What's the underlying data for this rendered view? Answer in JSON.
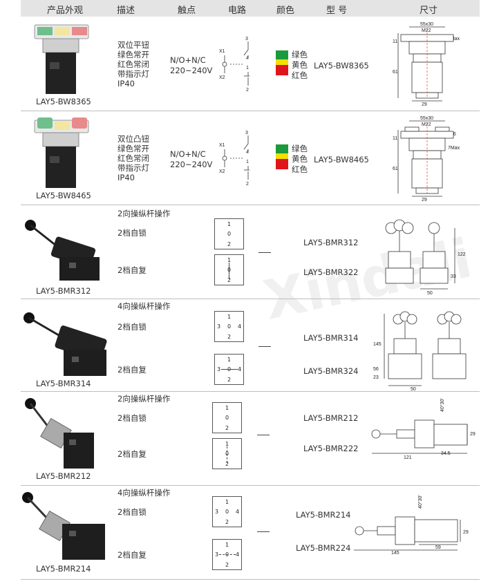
{
  "header": {
    "appearance": "产品外观",
    "description": "描述",
    "contacts": "触点",
    "circuit": "电路",
    "color": "颜色",
    "model": "型 号",
    "size": "尺寸"
  },
  "rows": [
    {
      "caption": "LAY5-BW8365",
      "desc": [
        "双位平钮",
        "绿色常开",
        "红色常闭",
        "带指示灯",
        "IP40"
      ],
      "contacts": [
        "N/O+N/C",
        "220~240V"
      ],
      "circuit_labels": [
        "X1",
        "X2",
        "3",
        "4",
        "1",
        "2"
      ],
      "colors": [
        {
          "name": "绿色",
          "hex": "#1a9a3c"
        },
        {
          "name": "黄色",
          "hex": "#f2e000"
        },
        {
          "name": "红色",
          "hex": "#e0151b"
        }
      ],
      "model": "LAY5-BW8365",
      "dims": [
        "55x30",
        "M22",
        "7Max",
        "11",
        "61",
        "29"
      ]
    },
    {
      "caption": "LAY5-BW8465",
      "desc": [
        "双位凸钮",
        "绿色常开",
        "红色常闭",
        "带指示灯",
        "IP40"
      ],
      "contacts": [
        "N/O+N/C",
        "220~240V"
      ],
      "circuit_labels": [
        "X1",
        "X2",
        "3",
        "4",
        "1",
        "2"
      ],
      "colors": [
        {
          "name": "绿色",
          "hex": "#1a9a3c"
        },
        {
          "name": "黄色",
          "hex": "#f2e000"
        },
        {
          "name": "红色",
          "hex": "#e0151b"
        }
      ],
      "model": "LAY5-BW8465",
      "dims": [
        "55x30",
        "M22",
        "16",
        "7Max",
        "11",
        "61",
        "29"
      ]
    },
    {
      "caption": "LAY5-BMR312",
      "title": "2向操纵杆操作",
      "modes": [
        "2档自锁",
        "2档自复"
      ],
      "models": [
        "LAY5-BMR312",
        "LAY5-BMR322"
      ],
      "dims": [
        "122",
        "33",
        "50"
      ]
    },
    {
      "caption": "LAY5-BMR314",
      "title": "4向操纵杆操作",
      "modes": [
        "2档自锁",
        "2档自复"
      ],
      "models": [
        "LAY5-BMR314",
        "LAY5-BMR324"
      ],
      "dims": [
        "145",
        "56",
        "23",
        "50"
      ]
    },
    {
      "caption": "LAY5-BMR212",
      "title": "2向操纵杆操作",
      "modes": [
        "2档自锁",
        "2档自复"
      ],
      "models": [
        "LAY5-BMR212",
        "LAY5-BMR222"
      ],
      "dims": [
        "40°30'",
        "29",
        "121",
        "34.5"
      ]
    },
    {
      "caption": "LAY5-BMR214",
      "title": "4向操纵杆操作",
      "modes": [
        "2档自锁",
        "2档自复"
      ],
      "models": [
        "LAY5-BMR214",
        "LAY5-BMR224"
      ],
      "dims": [
        "40°30'",
        "29",
        "145",
        "59"
      ]
    }
  ],
  "position_boxes": {
    "two_way": [
      "1",
      "0",
      "2"
    ],
    "four_way": [
      "1",
      "3",
      "0",
      "4",
      "2"
    ]
  },
  "watermark": "Xindali"
}
